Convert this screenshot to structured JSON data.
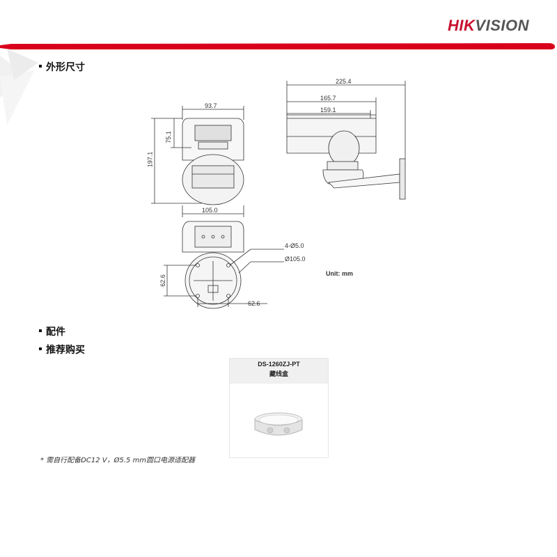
{
  "brand": {
    "logo_hik": "HIK",
    "logo_vision": "VISION",
    "accent": "#c8102e"
  },
  "sections": {
    "dimensions_title": "外形尺寸",
    "accessories_title": "配件",
    "recommended_title": "推荐购买"
  },
  "dimensions": {
    "front_width": "93.7",
    "front_height": "75.1",
    "total_height": "197.1",
    "base_width": "105.0",
    "side_total": "225.4",
    "side_mid": "165.7",
    "side_short": "159.1",
    "holes": "4-Ø5.0",
    "base_diameter": "Ø105.0",
    "hole_x": "62.6",
    "hole_y": "62.6",
    "unit": "Unit: mm"
  },
  "accessory": {
    "model": "DS-1260ZJ-PT",
    "name": "藏线盒"
  },
  "note": "* 需自行配备DC12 V，Ø5.5 mm圆口电源适配器"
}
